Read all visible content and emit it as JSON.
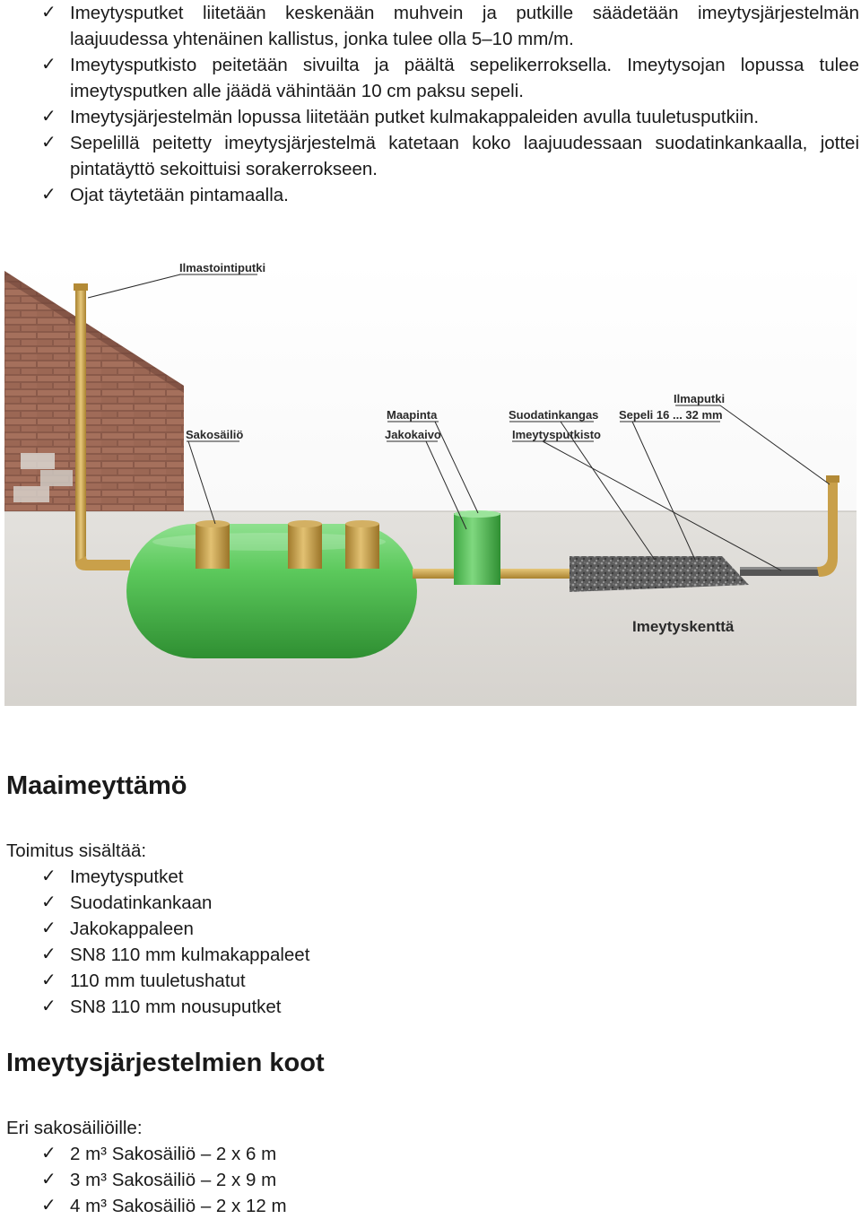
{
  "instructions": [
    "Imeytysputket liitetään keskenään muhvein ja putkille säädetään imeytysjärjestelmän laajuudessa yhtenäinen kallistus, jonka tulee olla 5–10 mm/m.",
    "Imeytysputkisto peitetään sivuilta ja päältä sepelikerroksella. Imeytysojan lopussa tulee imeytysputken alle jäädä vähintään 10 cm paksu sepeli.",
    "Imeytysjärjestelmän lopussa liitetään putket kulmakappaleiden avulla tuuletusputkiin.",
    "Sepelillä peitetty imeytysjärjestelmä katetaan koko laajuudessaan suodatinkankaalla, jottei pintatäyttö sekoittuisi sorakerrokseen.",
    "Ojat täytetään pintamaalla."
  ],
  "figure": {
    "labels": {
      "ilmastointiputki": "Ilmastointiputki",
      "sakosailio": "Sakosäiliö",
      "maapinta": "Maapinta",
      "jakokaivo": "Jakokaivo",
      "suodatinkangas": "Suodatinkangas",
      "imeytysputkisto": "Imeytysputkisto",
      "ilmaputki": "Ilmaputki",
      "sepeli": "Sepeli 16 ... 32 mm",
      "imeytyskentta": "Imeytyskenttä"
    },
    "colors": {
      "tank": "#5cc95c",
      "pipe": "#c9a04a",
      "ground": "#dedcd8",
      "gravel": "#6a6a6a"
    }
  },
  "section1": {
    "heading": "Maaimeyttämö",
    "lead": "Toimitus sisältää:",
    "items": [
      "Imeytysputket",
      "Suodatinkankaan",
      "Jakokappaleen",
      "SN8 110 mm kulmakappaleet",
      "110 mm tuuletushatut",
      "SN8 110 mm nousuputket"
    ]
  },
  "section2": {
    "heading": "Imeytysjärjestelmien koot",
    "lead": "Eri sakosäiliöille:",
    "items": [
      "2 m³ Sakosäiliö – 2 x 6 m",
      "3 m³ Sakosäiliö – 2 x 9 m",
      "4 m³ Sakosäiliö – 2 x 12 m"
    ]
  },
  "check_icon": "check-icon"
}
